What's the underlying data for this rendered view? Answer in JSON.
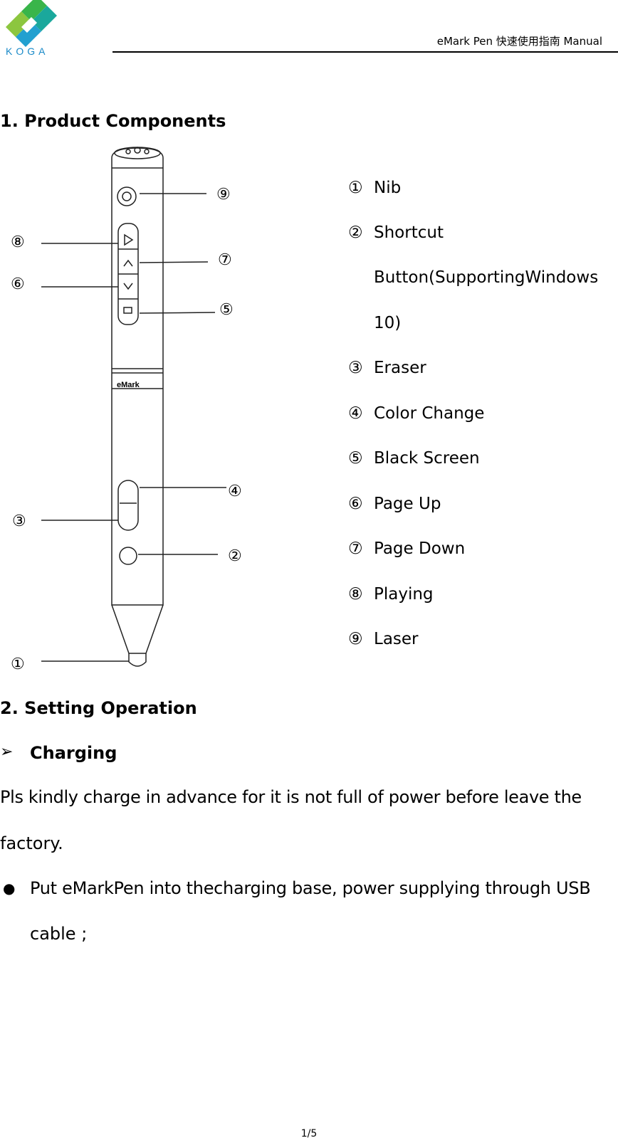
{
  "header": {
    "logo_text": "KOGA",
    "title": "eMark Pen 快速使用指南 Manual"
  },
  "section1": {
    "heading": "1.  Product Components",
    "callouts": [
      "⑨",
      "⑧",
      "⑦",
      "⑥",
      "⑤",
      "④",
      "③",
      "②",
      "①"
    ],
    "pen_brand": "eMark",
    "legend": [
      {
        "num": "①",
        "label": "Nib"
      },
      {
        "num": "②",
        "label": "Shortcut"
      },
      {
        "num": "③",
        "label": "Eraser"
      },
      {
        "num": "④",
        "label": "Color Change"
      },
      {
        "num": "⑤",
        "label": "Black Screen"
      },
      {
        "num": "⑥",
        "label": "Page Up"
      },
      {
        "num": "⑦",
        "label": "Page Down"
      },
      {
        "num": "⑧",
        "label": "Playing"
      },
      {
        "num": "⑨",
        "label": "Laser"
      }
    ],
    "legend_cont_1": "Button(SupportingWindows",
    "legend_cont_2": "10)"
  },
  "section2": {
    "heading": "2.  Setting Operation",
    "subheading_bullet": "➢",
    "subheading": "Charging",
    "para_line1": "Pls kindly charge in advance for it is not full of power before leave the",
    "para_line2": "factory.",
    "bullet": "●",
    "bullet_line1": "Put eMarkPen into thecharging base, power supplying through USB",
    "bullet_line2": "cable ;"
  },
  "footer": {
    "page": "1/5"
  }
}
